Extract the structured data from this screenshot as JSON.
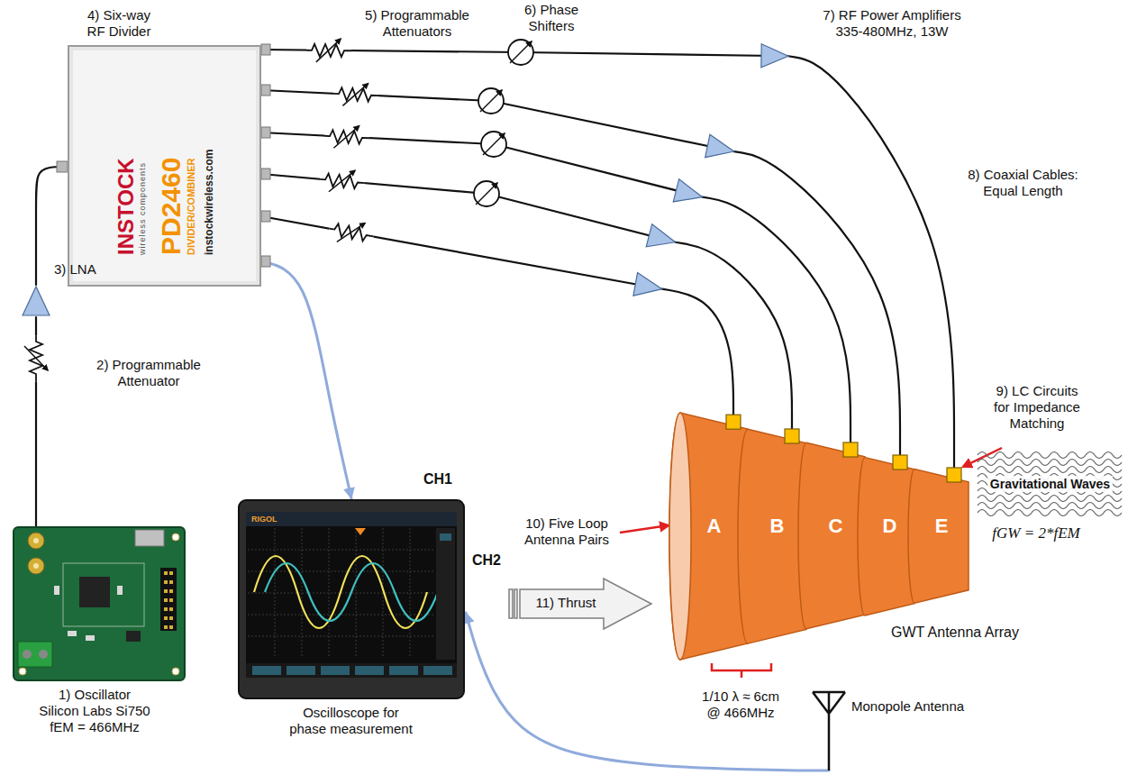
{
  "diagram": {
    "nodes": [
      {
        "text": [
          "4) Six-way RF Divider",
          "INSTOCK",
          "wireless components",
          "PD2460",
          "DIVIDER/COMBINER",
          "instockwireless.com"
        ]
      },
      {
        "text": [
          "3) LNA"
        ]
      },
      {
        "text": [
          "2) Programmable Attenuator"
        ]
      },
      {
        "text": [
          "1) Oscillator Silicon Labs Si750 fEM = 466MHz"
        ]
      },
      {
        "text": [
          "RIGOL",
          "CH1",
          "CH2",
          "Oscilloscope for phase measurement"
        ]
      },
      {
        "text": [
          "11) Thrust"
        ]
      },
      {
        "text": [
          "A"
        ]
      },
      {
        "text": [
          "B"
        ]
      },
      {
        "text": [
          "C"
        ]
      },
      {
        "text": [
          "D"
        ]
      },
      {
        "text": [
          "E"
        ]
      },
      {
        "text": [
          "Monopole Antenna"
        ]
      }
    ],
    "edges": [
      {
        "from": 3,
        "to": 2,
        "arrow": "none"
      },
      {
        "from": 2,
        "to": 1,
        "arrow": "none"
      },
      {
        "from": 1,
        "to": 0,
        "arrow": "none"
      },
      {
        "from": 0,
        "to": 10,
        "arrow": "none"
      },
      {
        "from": 0,
        "to": 9,
        "arrow": "none"
      },
      {
        "from": 0,
        "to": 8,
        "arrow": "none"
      },
      {
        "from": 0,
        "to": 7,
        "arrow": "none"
      },
      {
        "from": 0,
        "to": 6,
        "arrow": "none"
      },
      {
        "from": 0,
        "to": 4,
        "arrow": "to"
      },
      {
        "from": 11,
        "to": 4,
        "arrow": "to"
      }
    ],
    "labels": [
      "5) Programmable Attenuators",
      "6) Phase Shifters",
      "7) RF Power Amplifiers 335-480MHz, 13W",
      "8) Coaxial Cables: Equal Length",
      "9) LC Circuits for Impedance Matching",
      "10) Five Loop Antenna Pairs",
      "GWT Antenna Array",
      "Gravitational Waves",
      "fGW = 2*fEM",
      "1/10 λ ≈ 6cm @ 466MHz"
    ]
  }
}
